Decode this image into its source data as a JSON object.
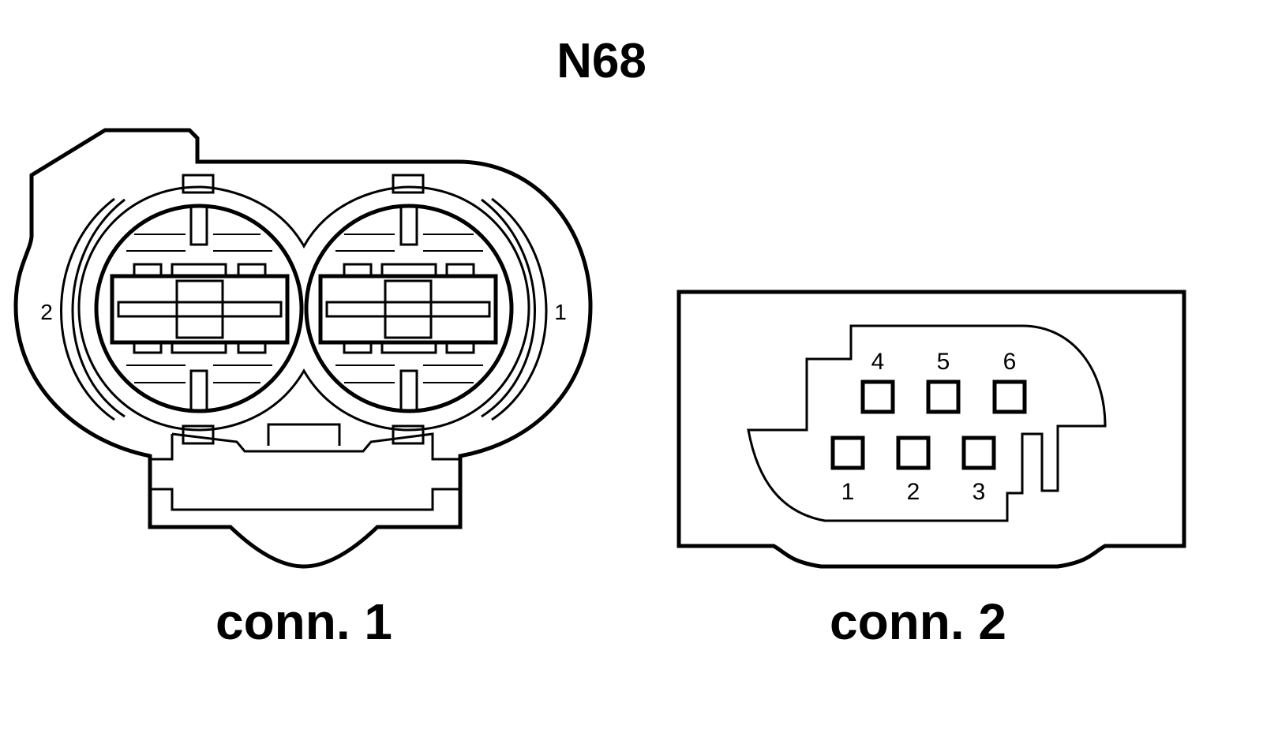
{
  "title": "N68",
  "connectors": [
    {
      "label": "conn. 1",
      "pins": [
        "2",
        "1"
      ]
    },
    {
      "label": "conn. 2",
      "pins": [
        "4",
        "5",
        "6",
        "1",
        "2",
        "3"
      ]
    }
  ]
}
